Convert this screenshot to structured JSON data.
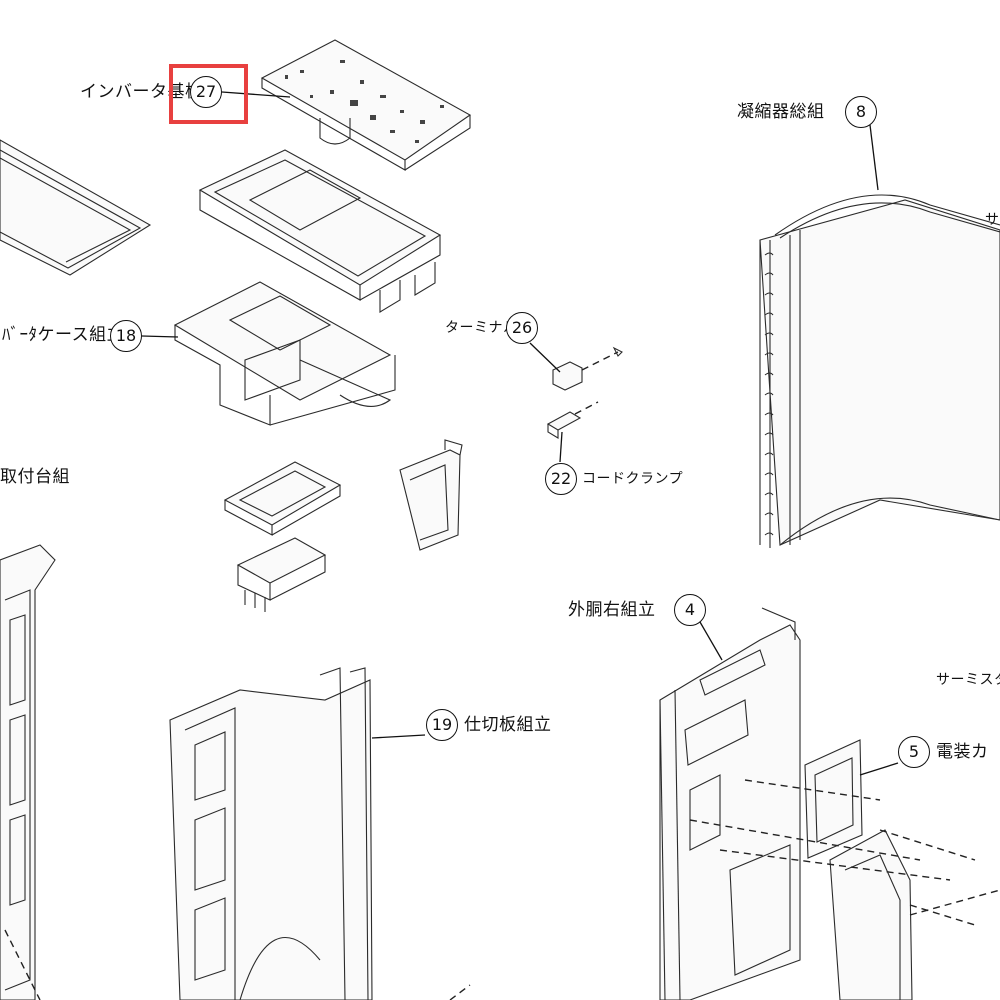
{
  "parts": [
    {
      "id": "inverter-board",
      "name": "インバータ基板",
      "number": "27"
    },
    {
      "id": "condenser",
      "name": "凝縮器総組",
      "number": "8"
    },
    {
      "id": "inverter-case",
      "name": "ﾊﾞｰﾀケース組立",
      "number": "18"
    },
    {
      "id": "terminal",
      "name": "ターミナル",
      "number": "26"
    },
    {
      "id": "cord-clamp",
      "name": "コードクランプ",
      "number": "22"
    },
    {
      "id": "mount-base",
      "name": "取付台組",
      "number": ""
    },
    {
      "id": "outer-right",
      "name": "外胴右組立",
      "number": "4"
    },
    {
      "id": "partition",
      "name": "仕切板組立",
      "number": "19"
    },
    {
      "id": "electrical-cover",
      "name": "電装カ",
      "number": "5"
    },
    {
      "id": "thermistor-1",
      "name": "サーミスタ組",
      "number": ""
    },
    {
      "id": "thermistor-2",
      "name": "サー",
      "number": ""
    }
  ],
  "highlight": {
    "target": "27",
    "color": "#e8403f"
  }
}
